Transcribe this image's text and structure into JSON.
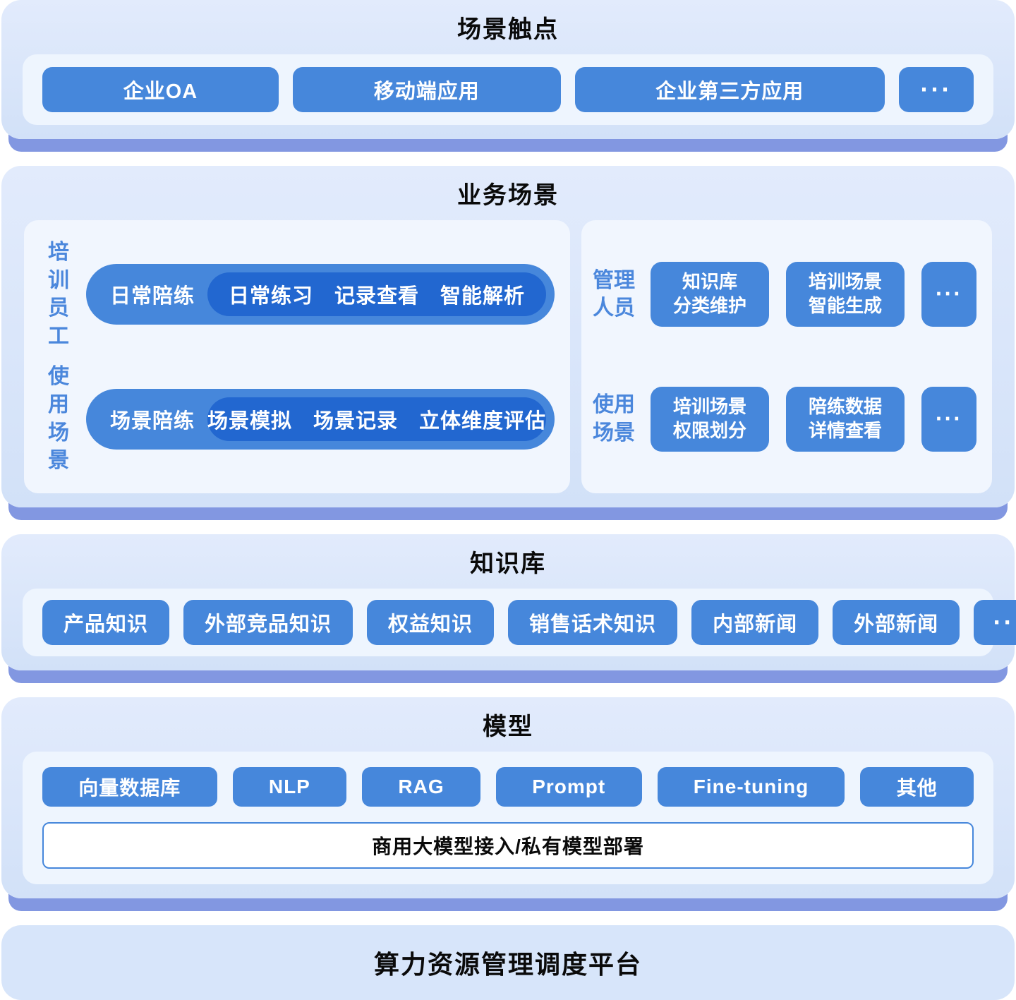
{
  "colors": {
    "card_gradient_top": "#e2ebfc",
    "card_gradient_bottom": "#d2e1f8",
    "card_shadow": "#8297e1",
    "panel_bg": "#eef5fe",
    "button_blue": "#4687db",
    "inner_pill_blue": "#2267d0",
    "label_blue": "#4b87dc",
    "platform_bar_bg": "#d7e5fa",
    "text_dark": "#0a0a0a",
    "text_white": "#ffffff"
  },
  "sections": {
    "touchpoints": {
      "title": "场景触点",
      "items": [
        "企业OA",
        "移动端应用",
        "企业第三方应用"
      ],
      "more": "···"
    },
    "business": {
      "title": "业务场景",
      "left": {
        "label_top": "培训\n员工",
        "label_bottom": "使用\n场景",
        "rows": [
          {
            "pill": "日常陪练",
            "detail": "日常练习　记录查看　智能解析"
          },
          {
            "pill": "场景陪练",
            "detail": "场景模拟　场景记录　立体维度评估"
          }
        ]
      },
      "right": {
        "label_top": "管理\n人员",
        "label_bottom": "使用\n场景",
        "rows": [
          {
            "buttons": [
              "知识库\n分类维护",
              "培训场景\n智能生成"
            ],
            "more": "···"
          },
          {
            "buttons": [
              "培训场景\n权限划分",
              "陪练数据\n详情查看"
            ],
            "more": "···"
          }
        ]
      }
    },
    "knowledge": {
      "title": "知识库",
      "items": [
        "产品知识",
        "外部竞品知识",
        "权益知识",
        "销售话术知识",
        "内部新闻",
        "外部新闻"
      ],
      "more": "···"
    },
    "model": {
      "title": "模型",
      "items": [
        "向量数据库",
        "NLP",
        "RAG",
        "Prompt",
        "Fine-tuning",
        "其他"
      ],
      "banner": "商用大模型接入/私有模型部署"
    },
    "platform": {
      "title": "算力资源管理调度平台"
    }
  }
}
